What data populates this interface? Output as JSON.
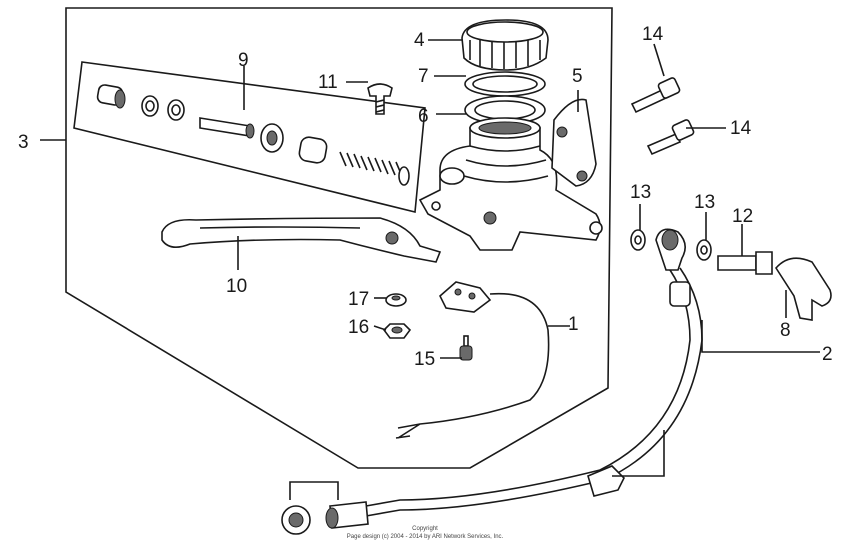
{
  "diagram": {
    "callouts": [
      {
        "id": "c1",
        "text": "1"
      },
      {
        "id": "c2",
        "text": "2"
      },
      {
        "id": "c3",
        "text": "3"
      },
      {
        "id": "c4",
        "text": "4"
      },
      {
        "id": "c5",
        "text": "5"
      },
      {
        "id": "c6",
        "text": "6"
      },
      {
        "id": "c7",
        "text": "7"
      },
      {
        "id": "c8",
        "text": "8"
      },
      {
        "id": "c9",
        "text": "9"
      },
      {
        "id": "c10",
        "text": "10"
      },
      {
        "id": "c11",
        "text": "11"
      },
      {
        "id": "c12",
        "text": "12"
      },
      {
        "id": "c13a",
        "text": "13"
      },
      {
        "id": "c13b",
        "text": "13"
      },
      {
        "id": "c14a",
        "text": "14"
      },
      {
        "id": "c14b",
        "text": "14"
      },
      {
        "id": "c15",
        "text": "15"
      },
      {
        "id": "c16",
        "text": "16"
      },
      {
        "id": "c17",
        "text": "17"
      }
    ],
    "copyright": {
      "line1": "Copyright",
      "line2": "Page design (c) 2004 - 2014 by ARI Network Services, Inc."
    }
  }
}
